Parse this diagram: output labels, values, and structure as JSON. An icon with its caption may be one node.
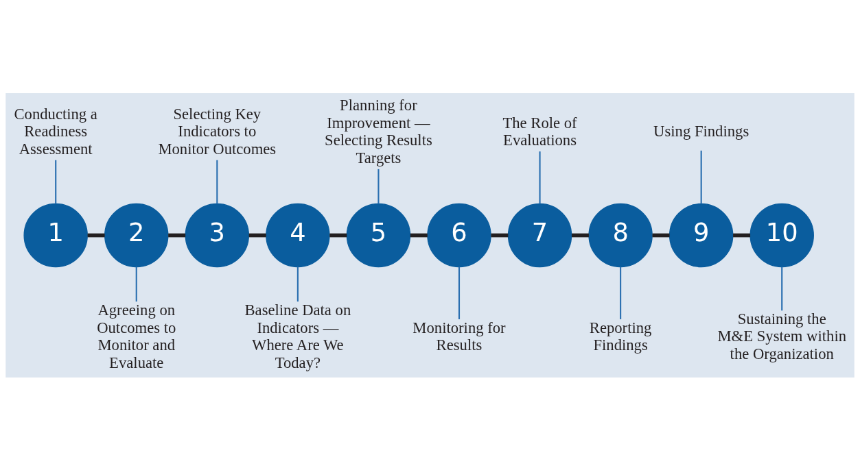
{
  "diagram": {
    "nodes": [
      {
        "text": [
          "1"
        ]
      },
      {
        "text": [
          "2"
        ]
      },
      {
        "text": [
          "3"
        ]
      },
      {
        "text": [
          "4"
        ]
      },
      {
        "text": [
          "5"
        ]
      },
      {
        "text": [
          "6"
        ]
      },
      {
        "text": [
          "7"
        ]
      },
      {
        "text": [
          "8"
        ]
      },
      {
        "text": [
          "9"
        ]
      },
      {
        "text": [
          "10"
        ]
      },
      {
        "text": [
          "Conducting a Readiness Assessment"
        ]
      },
      {
        "text": [
          "Agreeing on Outcomes to Monitor and Evaluate"
        ]
      },
      {
        "text": [
          "Selecting Key Indicators to Monitor Outcomes"
        ]
      },
      {
        "text": [
          "Baseline Data on Indicators — Where Are We Today?"
        ]
      },
      {
        "text": [
          "Planning for Improvement — Selecting Results Targets"
        ]
      },
      {
        "text": [
          "Monitoring for Results"
        ]
      },
      {
        "text": [
          "The Role of Evaluations"
        ]
      },
      {
        "text": [
          "Reporting Findings"
        ]
      },
      {
        "text": [
          "Using Findings"
        ]
      },
      {
        "text": [
          "Sustaining the M&E System within the Organization"
        ]
      }
    ],
    "edges": [
      {
        "from": 0,
        "to": 1,
        "arrow": "none",
        "style": "thick",
        "color": "#231f20"
      },
      {
        "from": 1,
        "to": 2,
        "arrow": "none",
        "style": "thick",
        "color": "#231f20"
      },
      {
        "from": 2,
        "to": 3,
        "arrow": "none",
        "style": "thick",
        "color": "#231f20"
      },
      {
        "from": 3,
        "to": 4,
        "arrow": "none",
        "style": "thick",
        "color": "#231f20"
      },
      {
        "from": 4,
        "to": 5,
        "arrow": "none",
        "style": "thick",
        "color": "#231f20"
      },
      {
        "from": 5,
        "to": 6,
        "arrow": "none",
        "style": "thick",
        "color": "#231f20"
      },
      {
        "from": 6,
        "to": 7,
        "arrow": "none",
        "style": "thick",
        "color": "#231f20"
      },
      {
        "from": 7,
        "to": 8,
        "arrow": "none",
        "style": "thick",
        "color": "#231f20"
      },
      {
        "from": 8,
        "to": 9,
        "arrow": "none",
        "style": "thick",
        "color": "#231f20"
      },
      {
        "from": 10,
        "to": 0,
        "arrow": "none"
      },
      {
        "from": 11,
        "to": 1,
        "arrow": "none"
      },
      {
        "from": 12,
        "to": 2,
        "arrow": "none"
      },
      {
        "from": 13,
        "to": 3,
        "arrow": "none"
      },
      {
        "from": 14,
        "to": 4,
        "arrow": "none"
      },
      {
        "from": 15,
        "to": 5,
        "arrow": "none"
      },
      {
        "from": 16,
        "to": 6,
        "arrow": "none"
      },
      {
        "from": 17,
        "to": 7,
        "arrow": "none"
      },
      {
        "from": 18,
        "to": 8,
        "arrow": "none"
      },
      {
        "from": 19,
        "to": 9,
        "arrow": "none"
      }
    ]
  }
}
